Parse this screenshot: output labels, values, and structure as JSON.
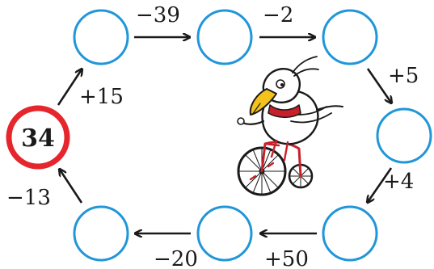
{
  "start_value": "34",
  "operations": [
    {
      "id": "op-plus15",
      "text": "+15"
    },
    {
      "id": "op-minus39",
      "text": "−39"
    },
    {
      "id": "op-minus2",
      "text": "−2"
    },
    {
      "id": "op-plus5",
      "text": "+5"
    },
    {
      "id": "op-plus4",
      "text": "+4"
    },
    {
      "id": "op-plus50",
      "text": "+50"
    },
    {
      "id": "op-minus20",
      "text": "−20"
    },
    {
      "id": "op-minus13",
      "text": "−13"
    }
  ],
  "colors": {
    "circle_stroke": "#2196d8",
    "start_stroke": "#e5262c",
    "arrow": "#1a1a1a",
    "text": "#1a1a1a"
  },
  "illustration": "bird-riding-penny-farthing"
}
